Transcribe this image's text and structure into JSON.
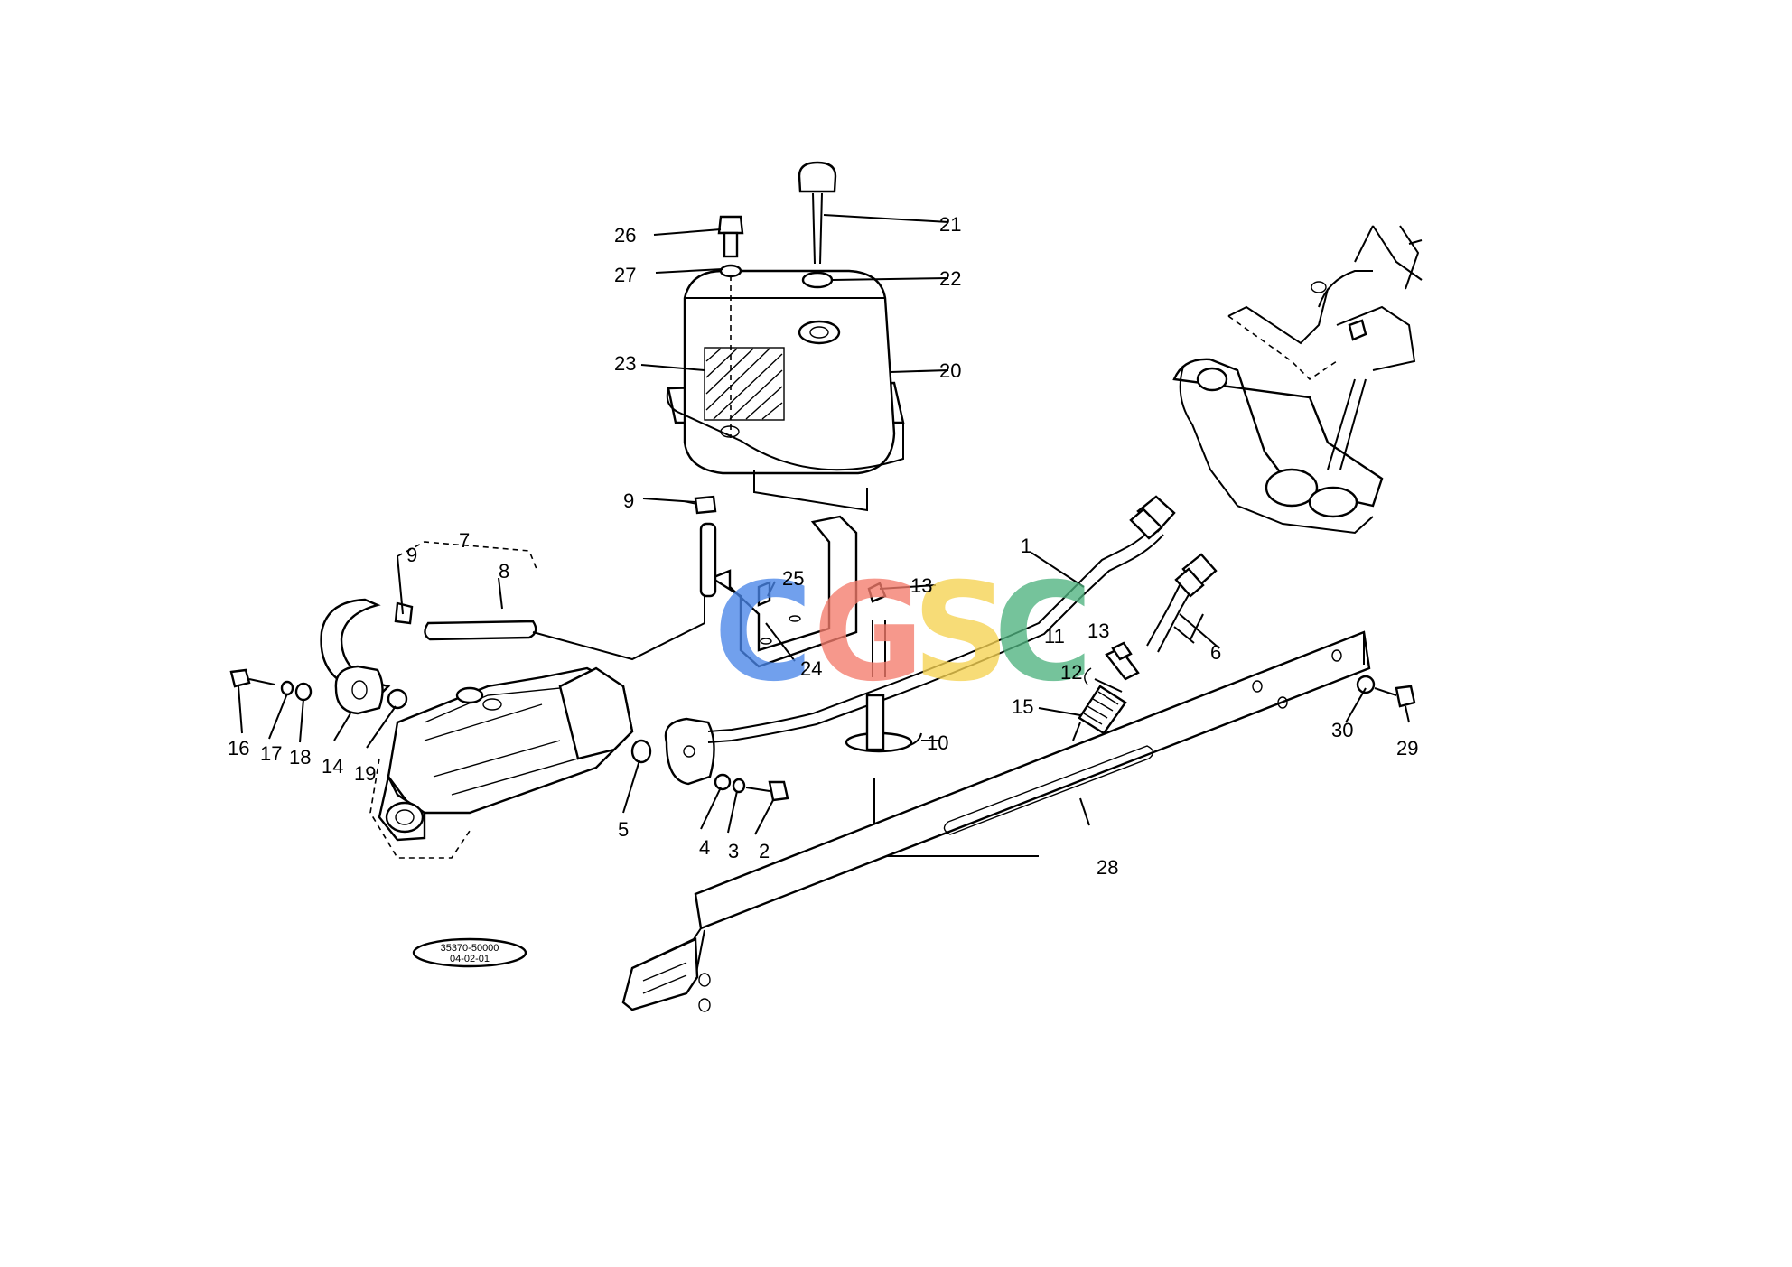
{
  "callouts": [
    {
      "id": "1",
      "text": "1"
    },
    {
      "id": "2",
      "text": "2"
    },
    {
      "id": "3",
      "text": "3"
    },
    {
      "id": "4",
      "text": "4"
    },
    {
      "id": "5",
      "text": "5"
    },
    {
      "id": "6",
      "text": "6"
    },
    {
      "id": "7",
      "text": "7"
    },
    {
      "id": "8",
      "text": "8"
    },
    {
      "id": "9a",
      "text": "9"
    },
    {
      "id": "9b",
      "text": "9"
    },
    {
      "id": "10",
      "text": "10"
    },
    {
      "id": "11",
      "text": "11"
    },
    {
      "id": "12",
      "text": "12"
    },
    {
      "id": "13a",
      "text": "13"
    },
    {
      "id": "13b",
      "text": "13"
    },
    {
      "id": "14",
      "text": "14"
    },
    {
      "id": "15",
      "text": "15"
    },
    {
      "id": "16",
      "text": "16"
    },
    {
      "id": "17",
      "text": "17"
    },
    {
      "id": "18",
      "text": "18"
    },
    {
      "id": "19",
      "text": "19"
    },
    {
      "id": "20",
      "text": "20"
    },
    {
      "id": "21",
      "text": "21"
    },
    {
      "id": "22",
      "text": "22"
    },
    {
      "id": "23",
      "text": "23"
    },
    {
      "id": "24",
      "text": "24"
    },
    {
      "id": "25",
      "text": "25"
    },
    {
      "id": "26",
      "text": "26"
    },
    {
      "id": "27",
      "text": "27"
    },
    {
      "id": "28",
      "text": "28"
    },
    {
      "id": "29",
      "text": "29"
    },
    {
      "id": "30",
      "text": "30"
    }
  ],
  "stamp": {
    "line1": "35370-50000",
    "line2": "04-02-01"
  },
  "watermark": {
    "letters": [
      "C",
      "G",
      "S",
      "C"
    ],
    "colors": [
      "#4a86e8",
      "#f47c6c",
      "#f6d352",
      "#4fb37f"
    ]
  }
}
